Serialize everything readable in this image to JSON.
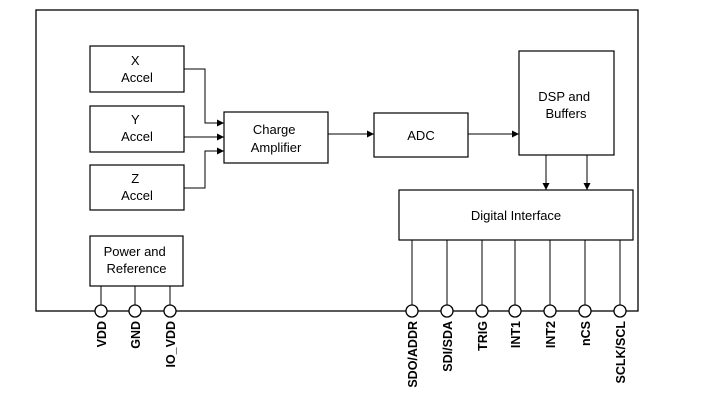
{
  "blocks": {
    "x_accel": [
      "X",
      "Accel"
    ],
    "y_accel": [
      "Y",
      "Accel"
    ],
    "z_accel": [
      "Z",
      "Accel"
    ],
    "charge_amp": [
      "Charge",
      "Amplifier"
    ],
    "adc": [
      "ADC"
    ],
    "dsp": [
      "DSP and",
      "Buffers"
    ],
    "digital_interface": [
      "Digital Interface"
    ],
    "power_ref": [
      "Power and",
      "Reference"
    ]
  },
  "pins": {
    "left": [
      "VDD",
      "GND",
      "IO_VDD"
    ],
    "right": [
      "SDO/ADDR",
      "SDI/SDA",
      "TRIG",
      "INT1",
      "INT2",
      "nCS",
      "SCLK/SCL"
    ]
  }
}
